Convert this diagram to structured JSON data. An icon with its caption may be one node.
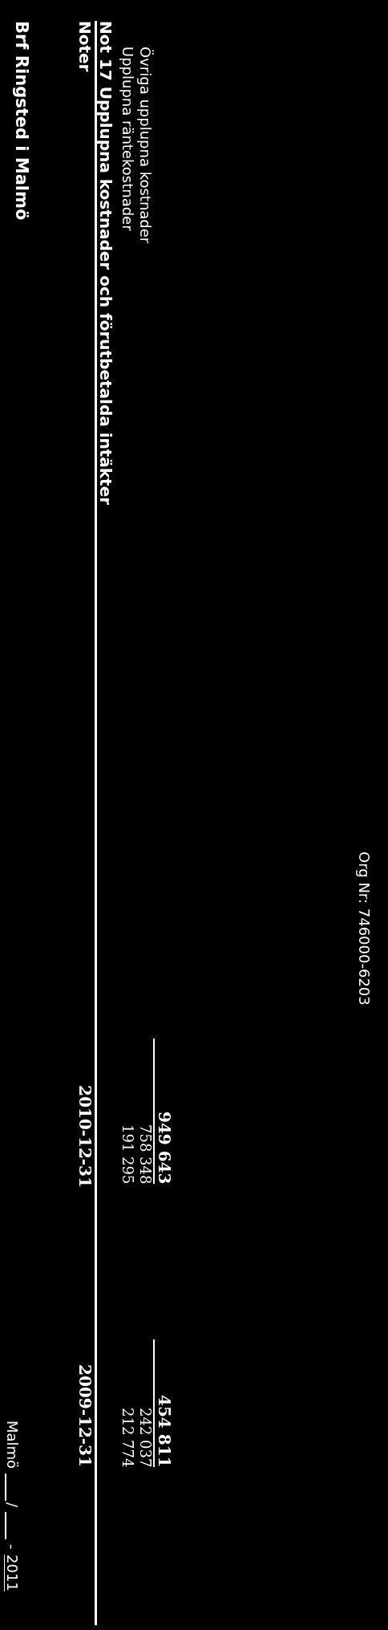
{
  "diagram": {
    "title": "Brf Ringsted i Malmö",
    "labels": [
      "Org Nr: 746000-6203",
      "Noter",
      "2010-12-31",
      "2009-12-31",
      "Not 17 Upplupna kostnader och förutbetalda intäkter",
      "Upplupna räntekostnader",
      "191 295",
      "212 774",
      "Övriga upplupna kostnader",
      "758 348",
      "242 037",
      "949 643",
      "454 811",
      "Malmö",
      "/",
      "-",
      "2011"
    ]
  }
}
